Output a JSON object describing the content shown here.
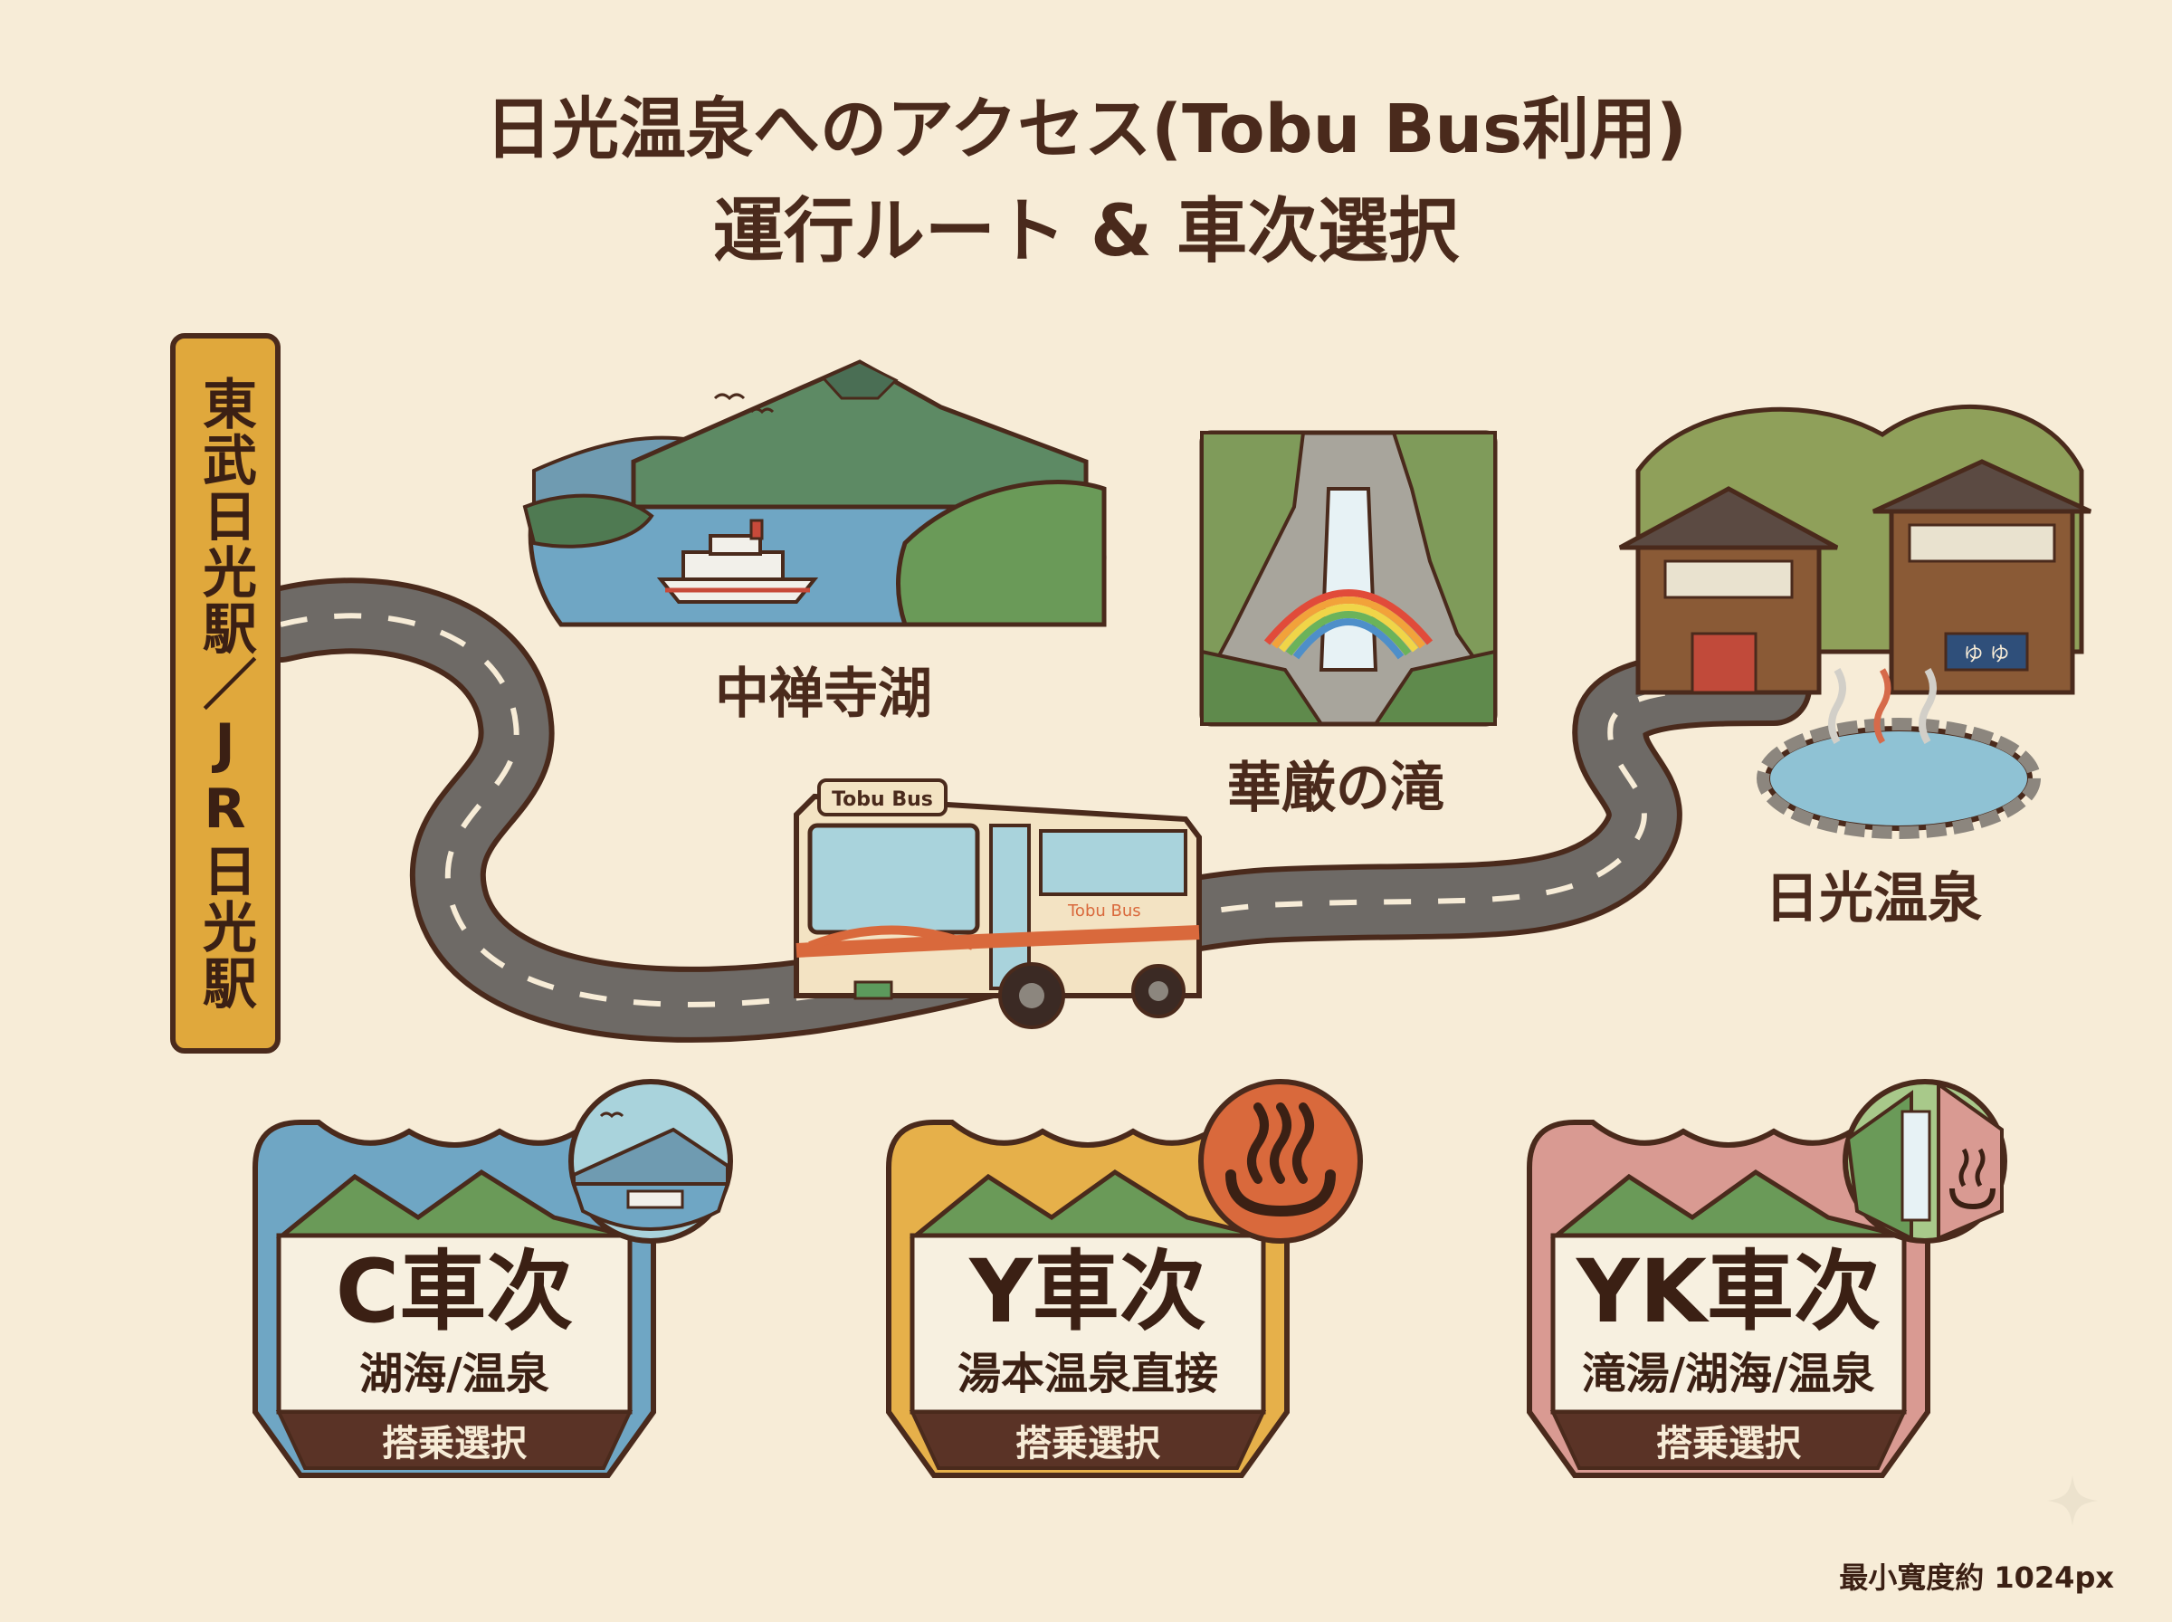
{
  "title": {
    "line1": "日光温泉へのアクセス(Tobu Bus利用)",
    "line2": "運行ルート & 車次選択"
  },
  "station": {
    "label": "東武日光駅／JR日光駅"
  },
  "places": {
    "lake": "中禅寺湖",
    "falls": "華厳の滝",
    "onsen": "日光温泉"
  },
  "bus": {
    "front_sign": "Tobu Bus",
    "side_logo": "Tobu Bus",
    "onsen_curtain": "ゆ ゆ"
  },
  "routes": [
    {
      "code": "C車次",
      "desc": "湖海/温泉",
      "button": "搭乗選択",
      "color": "#6fa6c4",
      "icon": "lake-boat-icon"
    },
    {
      "code": "Y車次",
      "desc": "湯本温泉直接",
      "button": "搭乗選択",
      "color": "#e6b04a",
      "icon": "hot-spring-icon"
    },
    {
      "code": "YK車次",
      "desc": "滝湯/湖海/温泉",
      "button": "搭乗選択",
      "color": "#d99a92",
      "icon": "waterfall-onsen-icon"
    }
  ],
  "footnote": "最小寬度約 1024px",
  "colors": {
    "background": "#f7ecd7",
    "ink": "#4a2a1c",
    "road": "#6e6a66",
    "station": "#e0a83c"
  }
}
